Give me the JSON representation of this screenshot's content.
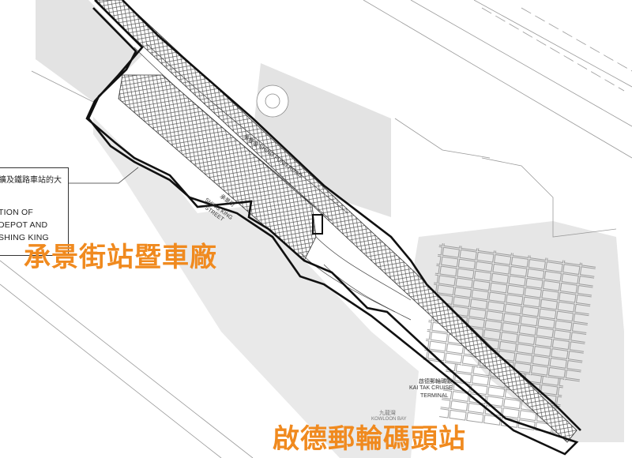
{
  "callout": {
    "cn_text": "擴及鐵路車站的大",
    "en_line1": "TION OF",
    "en_line2": "DEPOT AND",
    "en_line3": "SHING KING"
  },
  "roads": {
    "shing_fung_road_cn": "承豐道",
    "shing_fung_road_en": "SHING FUNG ROAD",
    "shing_king_street_cn": "承景街",
    "shing_king_street_en1": "SHING KING",
    "shing_king_street_en2": "STREET",
    "terminal_cn": "啟德郵輪碼頭",
    "terminal_en1": "KAI TAK CRUISE",
    "terminal_en2": "TERMINAL",
    "bottom_cn": "九龍灣",
    "bottom_en": "KOWLOON BAY"
  },
  "labels": {
    "station_depot": "承景街站暨車廠",
    "cruise_terminal_station": "啟德郵輪碼頭站"
  },
  "colors": {
    "label_orange": "#f08a1f",
    "site_boundary": "#111111",
    "grey_fill": "#e3e3e3",
    "line_grey": "#9a9a9a"
  }
}
